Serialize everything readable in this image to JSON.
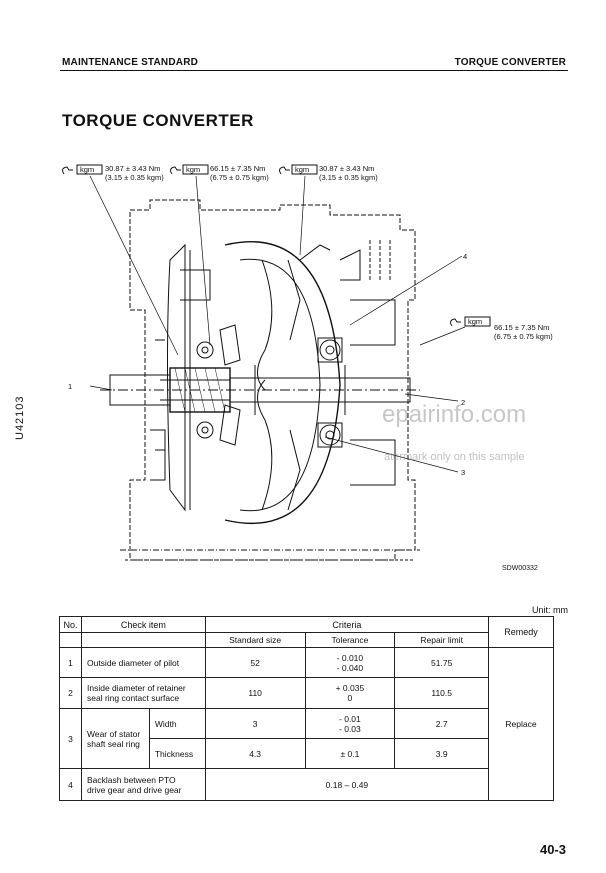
{
  "header": {
    "left": "MAINTENANCE STANDARD",
    "right": "TORQUE CONVERTER"
  },
  "title": "TORQUE CONVERTER",
  "side_code": "U42103",
  "diagram": {
    "torques": [
      {
        "unit": "kgm",
        "nm": "30.87 ± 3.43 Nm",
        "kgm": "(3.15 ± 0.35 kgm)"
      },
      {
        "unit": "kgm",
        "nm": "66.15 ± 7.35 Nm",
        "kgm": "(6.75 ± 0.75 kgm)"
      },
      {
        "unit": "kgm",
        "nm": "30.87 ± 3.43 Nm",
        "kgm": "(3.15 ± 0.35 kgm)"
      },
      {
        "unit": "kgm",
        "nm": "66.15 ± 7.35 Nm",
        "kgm": "(6.75 ± 0.75 kgm)"
      }
    ],
    "callouts": [
      "1",
      "2",
      "3",
      "4"
    ],
    "figure_code": "SDW00332"
  },
  "watermark": {
    "line1": "epairinfo.com",
    "line2": "atermark only on this sample"
  },
  "unit_label": "Unit: mm",
  "table": {
    "headers": {
      "no": "No.",
      "check_item": "Check item",
      "criteria": "Criteria",
      "remedy": "Remedy"
    },
    "subheaders": {
      "standard": "Standard size",
      "tolerance": "Tolerance",
      "repair": "Repair limit"
    },
    "rows": [
      {
        "no": "1",
        "item": "Outside diameter of pilot",
        "standard": "52",
        "tol_a": "- 0.010",
        "tol_b": "- 0.040",
        "repair": "51.75"
      },
      {
        "no": "2",
        "item_a": "Inside diameter of retainer",
        "item_b": "seal ring contact surface",
        "standard": "110",
        "tol_a": "+ 0.035",
        "tol_b": "0",
        "repair": "110.5"
      },
      {
        "no": "3",
        "item_a": "Wear of stator",
        "item_b": "shaft seal ring",
        "sub": [
          {
            "name": "Width",
            "standard": "3",
            "tol_a": "- 0.01",
            "tol_b": "- 0.03",
            "repair": "2.7"
          },
          {
            "name": "Thickness",
            "standard": "4.3",
            "tol": "± 0.1",
            "repair": "3.9"
          }
        ]
      },
      {
        "no": "4",
        "item_a": "Backlash between PTO",
        "item_b": "drive gear and drive gear",
        "criteria": "0.18 – 0.49"
      }
    ],
    "remedy": "Replace"
  },
  "page_number": "40-3"
}
